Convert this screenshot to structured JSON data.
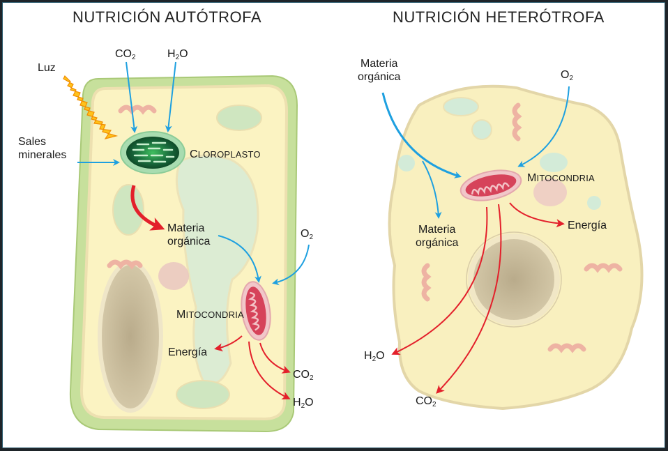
{
  "colors": {
    "input_arrow": "#1ea0e0",
    "output_arrow": "#e3202b",
    "light_arrow": "#f7b500",
    "cell_wall": "#b9d98a",
    "cytoplasm": "#fbf3c2",
    "chloroplast": "#1f7a3a",
    "mitochondria": "#d6435a",
    "nucleus": "#c9bb9a",
    "vacuole": "#d9ecd5",
    "frame": "#1e2429"
  },
  "autotrophic": {
    "title": "NUTRICIÓN AUTÓTROFA",
    "labels": {
      "light": "Luz",
      "co2": "CO",
      "co2_sub": "2",
      "h2o_h": "H",
      "h2o_sub": "2",
      "h2o_o": "O",
      "salts_line1": "Sales",
      "salts_line2": "minerales",
      "chloroplast_first": "C",
      "chloroplast_rest": "LOROPLASTO",
      "organic_line1": "Materia",
      "organic_line2": "orgánica",
      "o2": "O",
      "o2_sub": "2",
      "mito_first": "M",
      "mito_rest": "ITOCONDRIA",
      "energy": "Energía",
      "out_co2": "CO",
      "out_co2_sub": "2",
      "out_h2o_h": "H",
      "out_h2o_sub": "2",
      "out_h2o_o": "O"
    }
  },
  "heterotrophic": {
    "title": "NUTRICIÓN HETERÓTROFA",
    "labels": {
      "organic_in_line1": "Materia",
      "organic_in_line2": "orgánica",
      "o2": "O",
      "o2_sub": "2",
      "mito_first": "M",
      "mito_rest": "ITOCONDRIA",
      "organic_out_line1": "Materia",
      "organic_out_line2": "orgánica",
      "energy": "Energía",
      "h2o_h": "H",
      "h2o_sub": "2",
      "h2o_o": "O",
      "co2": "CO",
      "co2_sub": "2"
    }
  }
}
